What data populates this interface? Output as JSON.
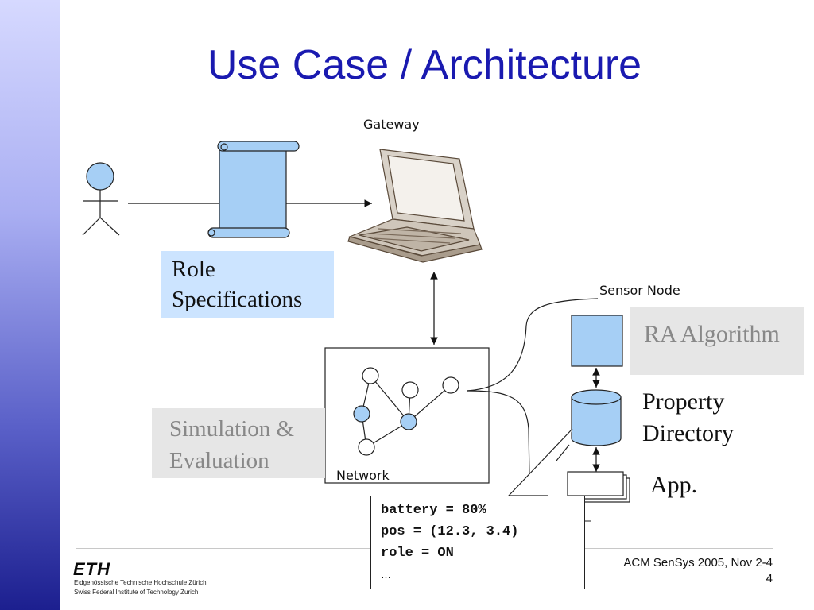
{
  "slide": {
    "title": "Use Case / Architecture"
  },
  "diagram": {
    "gateway_label": "Gateway",
    "role_specifications": [
      "Role",
      "Specifications"
    ],
    "sensor_node_label": "Sensor Node",
    "ra_algorithm": "RA Algorithm",
    "property_directory": [
      "Property",
      "Directory"
    ],
    "app_label": "App.",
    "network_label": "Network",
    "simulation_evaluation": [
      "Simulation &",
      "Evaluation"
    ],
    "property_values": [
      "battery = 80%",
      "pos = (12.3, 3.4)",
      "role = ON"
    ],
    "property_ellipsis": "…"
  },
  "footer": {
    "conference": "ACM SenSys 2005, Nov 2-4",
    "page_number": "4",
    "logo_text": "ETH",
    "institution_de": "Eidgenössische Technische Hochschule Zürich",
    "institution_en": "Swiss Federal Institute of Technology Zurich"
  },
  "colors": {
    "title": "#1a1ab0",
    "shape_fill": "#a6cff5",
    "role_box": "#cce4ff",
    "grey_box": "#e6e6e6"
  }
}
